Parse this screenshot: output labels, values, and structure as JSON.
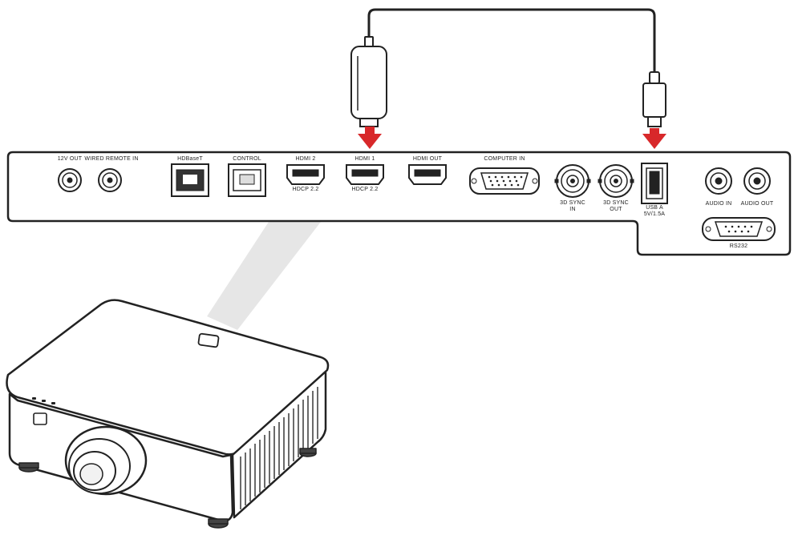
{
  "panel": {
    "port_labels": {
      "v12_out": "12V OUT",
      "wired_remote_in": "WIRED REMOTE IN",
      "hdbaset": "HDBaseT",
      "control": "CONTROL",
      "hdmi2": "HDMI 2",
      "hdmi2_sub": "HDCP 2.2",
      "hdmi1": "HDMI 1",
      "hdmi1_sub": "HDCP 2.2",
      "hdmi_out": "HDMI OUT",
      "computer_in": "COMPUTER IN",
      "sync3d_in_1": "3D SYNC",
      "sync3d_in_2": "IN",
      "sync3d_out_1": "3D SYNC",
      "sync3d_out_2": "OUT",
      "usb_a_1": "USB A",
      "usb_a_2": "5V/1.5A",
      "audio_in": "AUDIO IN",
      "audio_out": "AUDIO OUT",
      "rs232": "RS232"
    }
  },
  "colors": {
    "arrow": "#d8282a",
    "line": "#222222",
    "cone": "#e4e4e4"
  },
  "icons": [
    "hdmi-dongle-icon",
    "usb-plug-icon",
    "projector-icon",
    "down-arrow-icon"
  ]
}
